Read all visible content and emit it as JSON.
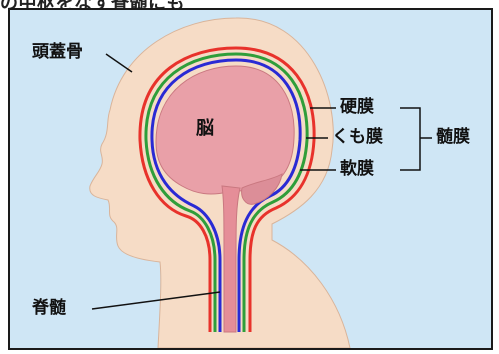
{
  "caption": "の中枢をなす脊髄にも",
  "labels": {
    "skull": "頭蓋骨",
    "brain": "脳",
    "dura": "硬膜",
    "arachnoid": "くも膜",
    "pia": "軟膜",
    "meninges": "髄膜",
    "spinal_cord": "脊髄"
  },
  "colors": {
    "background": "#cfe6f5",
    "skin": "#f6dcc6",
    "brain": "#e9a0a8",
    "dura_line": "#e8322b",
    "arachnoid_line": "#2f9e3a",
    "pia_line": "#2a2ad4"
  }
}
